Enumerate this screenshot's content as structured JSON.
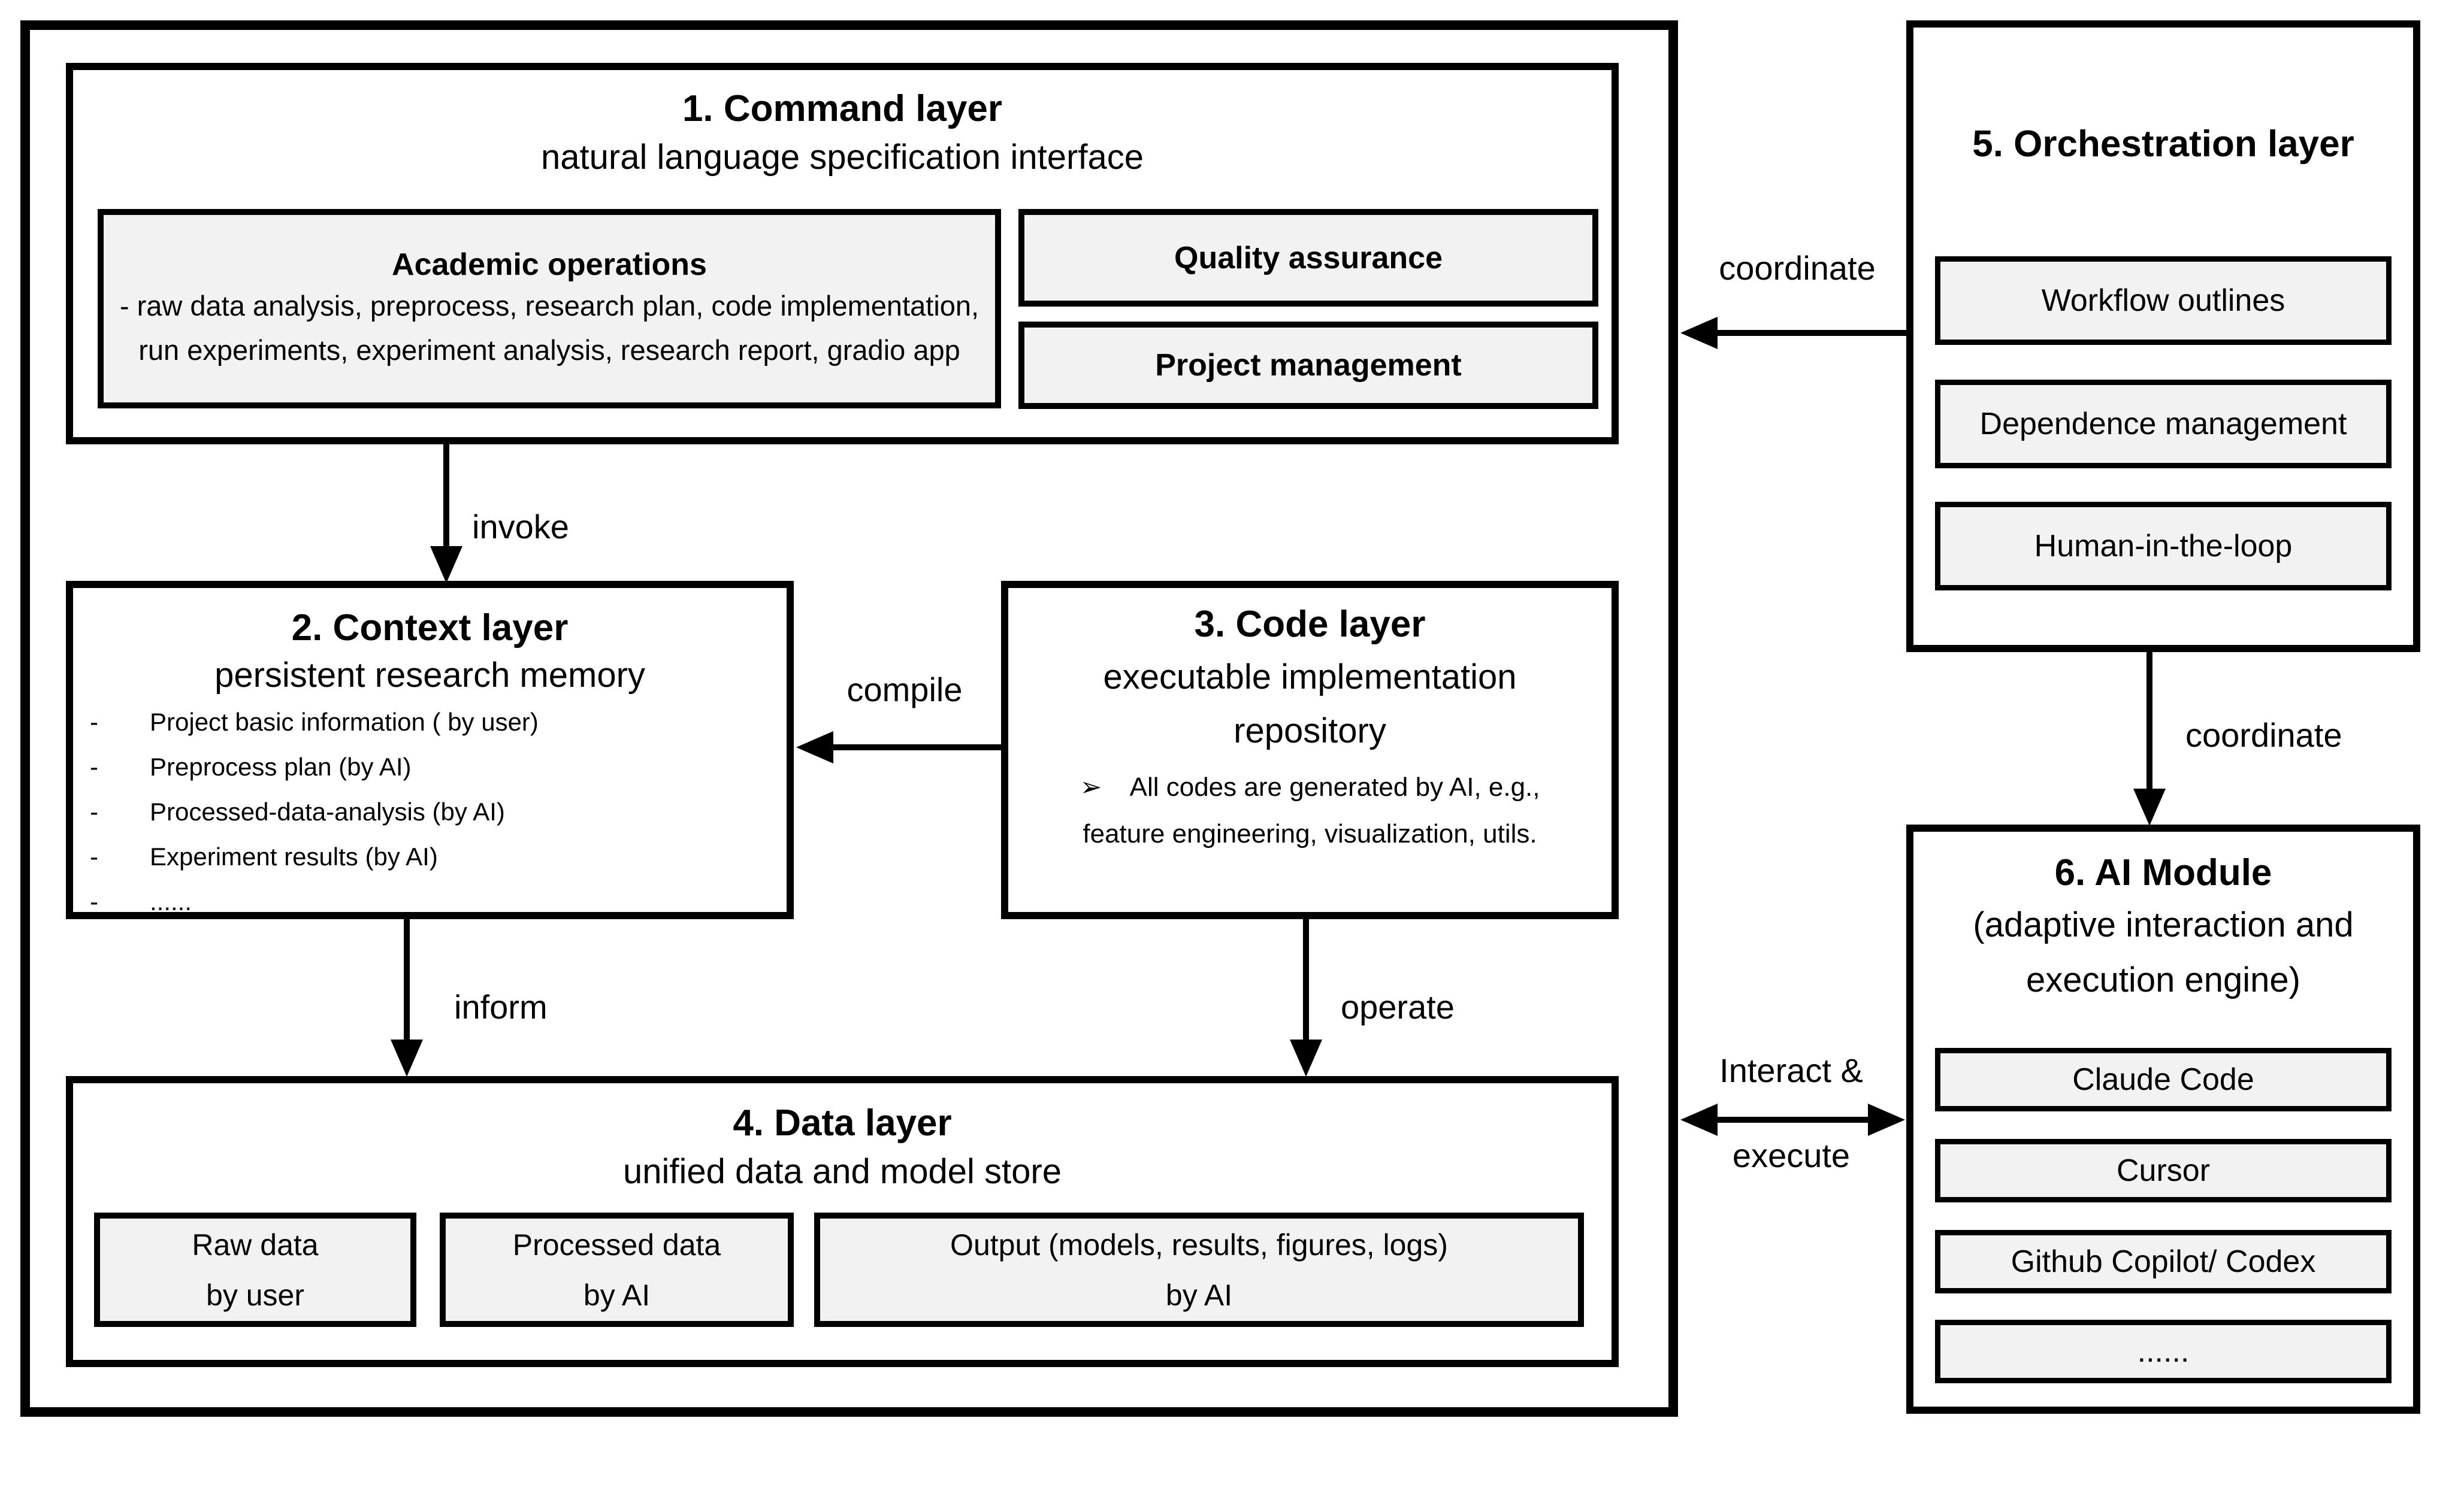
{
  "colors": {
    "border": "#000000",
    "fill_light": "#f2f2f2",
    "background": "#ffffff"
  },
  "layers": {
    "command": {
      "title": "1. Command layer",
      "subtitle": "natural language specification interface",
      "academic_title": "Academic operations",
      "academic_body": "- raw data analysis, preprocess, research plan, code implementation, run experiments, experiment analysis, research report, gradio app",
      "quality_label": "Quality assurance",
      "project_label": "Project management"
    },
    "context": {
      "title": "2. Context layer",
      "subtitle": "persistent research memory",
      "dash": "-",
      "items": [
        "Project basic information ( by user)",
        "Preprocess plan (by AI)",
        "Processed-data-analysis (by AI)",
        "Experiment results (by AI)",
        "......"
      ]
    },
    "code": {
      "title": "3. Code layer",
      "subtitle_line1": "executable implementation",
      "subtitle_line2": "repository",
      "bullet_glyph": "➢",
      "note_line1": "All codes are generated by AI, e.g.,",
      "note_line2": "feature engineering, visualization, utils."
    },
    "data": {
      "title": "4. Data layer",
      "subtitle": "unified data and model store",
      "stores": [
        {
          "line1": "Raw data",
          "line2": "by user"
        },
        {
          "line1": "Processed data",
          "line2": "by AI"
        },
        {
          "line1": "Output (models, results, figures, logs)",
          "line2": "by AI"
        }
      ]
    },
    "orchestration": {
      "title": "5. Orchestration layer",
      "items": [
        "Workflow outlines",
        "Dependence management",
        "Human-in-the-loop"
      ]
    },
    "ai": {
      "title": "6. AI Module",
      "subtitle_line1": "(adaptive interaction and",
      "subtitle_line2": "execution engine)",
      "items": [
        "Claude Code",
        "Cursor",
        "Github Copilot/ Codex",
        "......"
      ]
    }
  },
  "arrows": {
    "invoke": "invoke",
    "compile": "compile",
    "inform": "inform",
    "operate": "operate",
    "coordinate_top": "coordinate",
    "coordinate_right": "coordinate",
    "interact_line1": "Interact &",
    "interact_line2": "execute"
  }
}
